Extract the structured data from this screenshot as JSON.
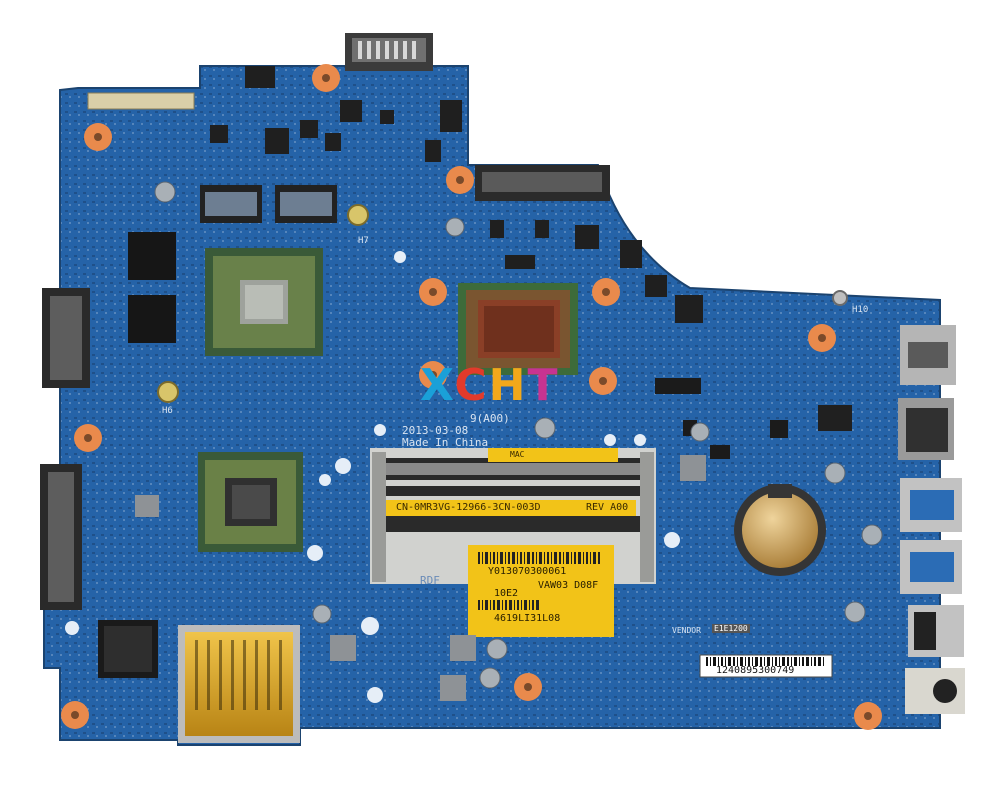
{
  "watermark": "XCHT",
  "board": {
    "rev_line": "2013-03-08",
    "made_in": "Made In China",
    "rev_code": "9(A00)",
    "socket_label_top": "MAC",
    "socket_label_ppid": "CN-0MR3VG-12966-3CN-003D",
    "socket_label_rev": "REV A00",
    "yellow_sticker": {
      "line1": "Y013070300061",
      "line2": "VAW03 D08F",
      "line3": "10E2",
      "line4": "4619LI31L08"
    },
    "vendor_label": "VENDOR",
    "vendor_code": "E1E1200",
    "serial": "1240895300749",
    "silkscreen": {
      "h7": "H7",
      "h6": "H6",
      "h10": "H10",
      "rdf": "RDF"
    }
  },
  "colors": {
    "pcb": "#2563a8",
    "pcb_dark": "#1d4f8a",
    "mount_pad": "#e98a4c",
    "sticker": "#f2c318",
    "watermark_x": "#1aa0d8",
    "watermark_c": "#e23a2b",
    "watermark_h": "#f2a81b",
    "watermark_t": "#c83391"
  }
}
